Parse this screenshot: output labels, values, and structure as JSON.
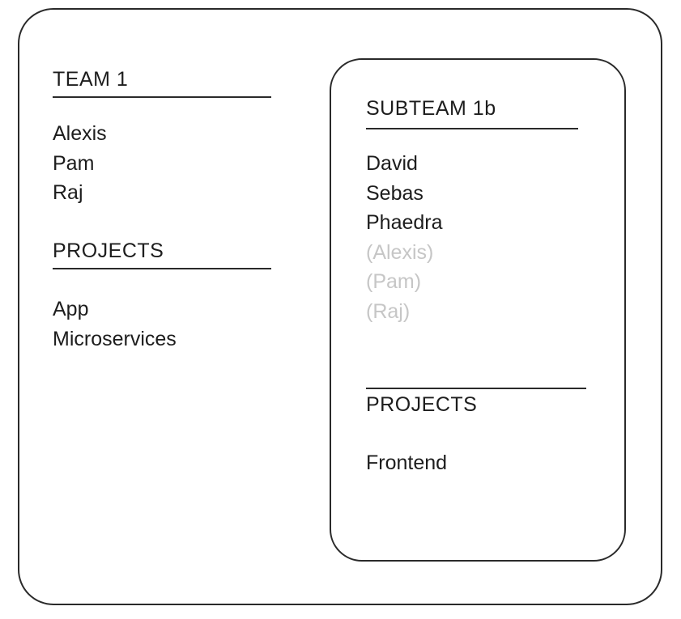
{
  "outer_box": {
    "team_heading": "TEAM 1",
    "members": [
      "Alexis",
      "Pam",
      "Raj"
    ],
    "projects_heading": "PROJECTS",
    "projects": [
      "App",
      "Microservices"
    ]
  },
  "inner_box": {
    "subteam_heading": "SUBTEAM 1b",
    "members": [
      "David",
      "Sebas",
      "Phaedra"
    ],
    "inherited_members": [
      "(Alexis)",
      "(Pam)",
      "(Raj)"
    ],
    "projects_heading": "PROJECTS",
    "projects": [
      "Frontend"
    ]
  },
  "colors": {
    "text": "#1d1d1d",
    "inherited_text": "#c6c6c6",
    "border": "#2a2a2a",
    "background": "#ffffff"
  }
}
